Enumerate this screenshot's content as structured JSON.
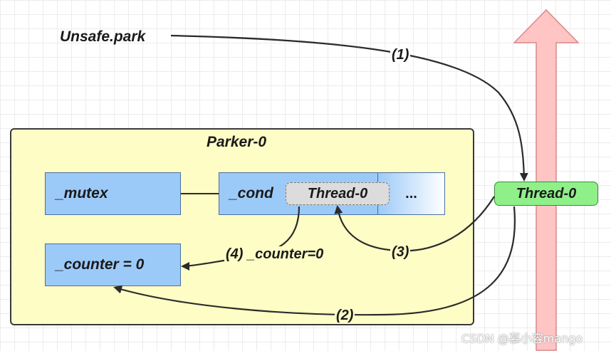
{
  "title": "Unsafe.park",
  "parker": {
    "title": "Parker-0"
  },
  "fields": {
    "mutex": "_mutex",
    "cond": "_cond",
    "cond_thread": "Thread-0",
    "more": "...",
    "counter": "_counter = 0"
  },
  "thread": {
    "label": "Thread-0"
  },
  "steps": {
    "s1": "(1)",
    "s2": "(2)",
    "s3": "(3)",
    "s4": "(4) _counter=0"
  },
  "watermark": "CSDN @慕小容mango",
  "colors": {
    "parker_fill": "#fffdc6",
    "field_fill": "#9ccaf8",
    "thread_fill": "#8ff08a",
    "arrow_fill": "#ffc4c4"
  }
}
